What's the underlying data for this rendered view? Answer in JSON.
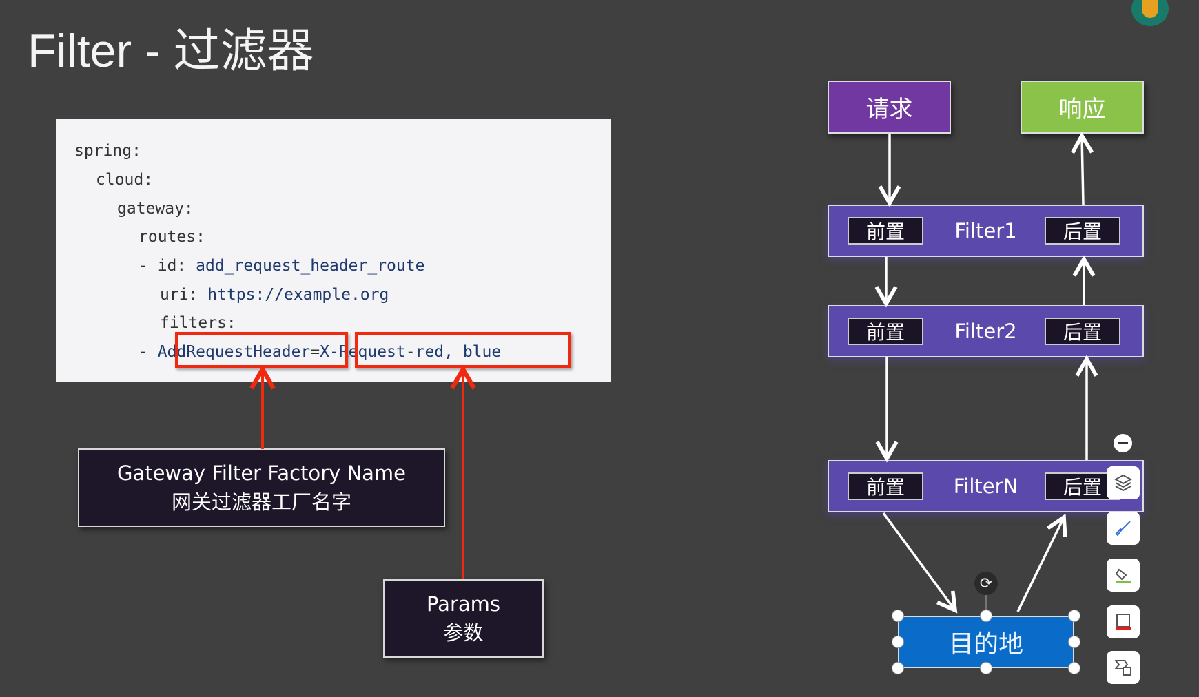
{
  "title": "Filter - 过滤器",
  "code": {
    "lines": [
      "spring:",
      "cloud:",
      "gateway:",
      "routes:"
    ],
    "id_key": "- id: ",
    "id_val": "add_request_header_route",
    "uri_key": "uri: ",
    "uri_val": "https://example.org",
    "filters_key": "filters:",
    "dash": "- ",
    "filter_name": "AddRequestHeader",
    "eq": "=",
    "filter_params": "X-Request-red, blue"
  },
  "callouts": {
    "factory_en": "Gateway Filter Factory Name",
    "factory_zh": "网关过滤器工厂名字",
    "params_en": "Params",
    "params_zh": "参数"
  },
  "diagram": {
    "request": "请求",
    "response": "响应",
    "filters": [
      {
        "name": "Filter1",
        "pre": "前置",
        "post": "后置"
      },
      {
        "name": "Filter2",
        "pre": "前置",
        "post": "后置"
      },
      {
        "name": "FilterN",
        "pre": "前置",
        "post": "后置"
      }
    ],
    "destination": "目的地"
  },
  "colors": {
    "request": "#7038a0",
    "response": "#8bc34a",
    "filter": "#5b49ac",
    "destination": "#0a6cc8",
    "highlight": "#f02a10"
  },
  "toolbar": [
    "layers-icon",
    "brush-icon",
    "fill-icon",
    "outline-icon",
    "alt-text-icon"
  ]
}
